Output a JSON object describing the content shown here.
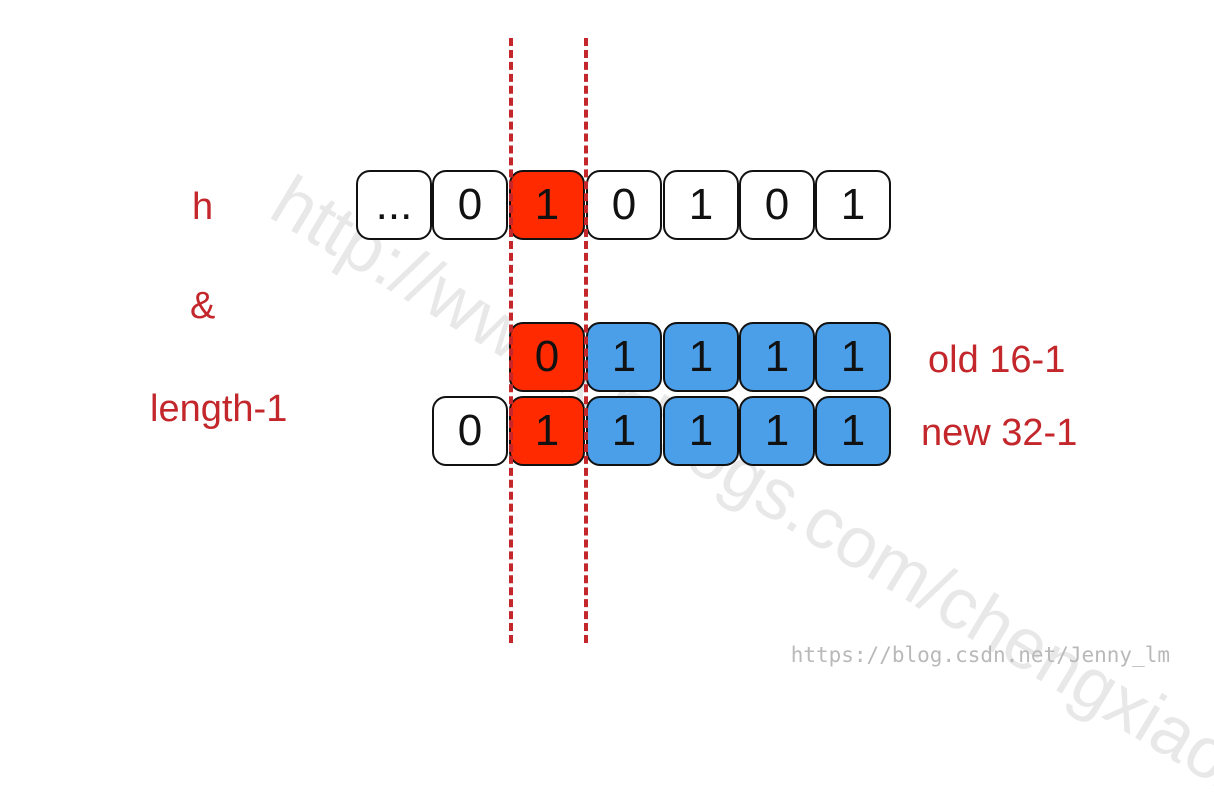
{
  "labels": {
    "h": "h",
    "and": "&",
    "length": "length-1",
    "old": "old  16-1",
    "new": "new  32-1"
  },
  "rows": {
    "h_bits": [
      "...",
      "0",
      "1",
      "0",
      "1",
      "0",
      "1"
    ],
    "old_mask_bits": [
      "0",
      "1",
      "1",
      "1",
      "1"
    ],
    "new_mask_bits": [
      "0",
      "1",
      "1",
      "1",
      "1",
      "1"
    ]
  },
  "watermark": "http://www.cnblogs.com/chengxiao/",
  "credit": "https://blog.csdn.net/Jenny_lm",
  "colors": {
    "label_red": "#c3272b",
    "highlight_red": "#ff2a00",
    "mask_blue": "#4a9fe8",
    "plain_white": "#ffffff"
  }
}
